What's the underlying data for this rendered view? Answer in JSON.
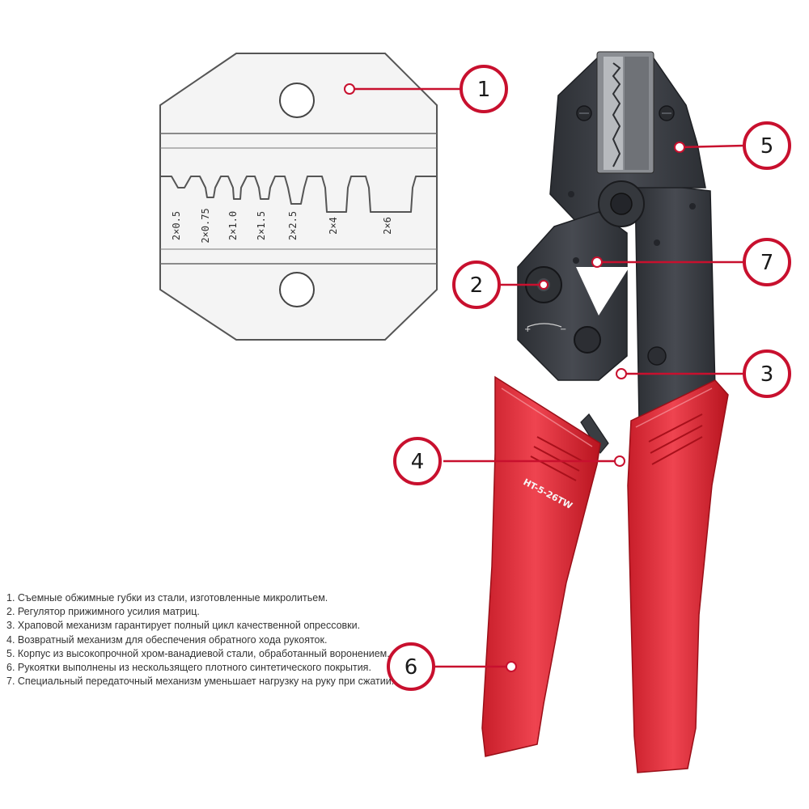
{
  "die_sizes": [
    "2×0.5",
    "2×0.75",
    "2×1.0",
    "2×1.5",
    "2×2.5",
    "2×4",
    "2×6"
  ],
  "model_label": "HT-5-26TW",
  "callouts": [
    {
      "number": "1"
    },
    {
      "number": "2"
    },
    {
      "number": "3"
    },
    {
      "number": "4"
    },
    {
      "number": "5"
    },
    {
      "number": "6"
    },
    {
      "number": "7"
    }
  ],
  "legend": [
    "1. Съемные обжимные губки из стали, изготовленные микролитьем.",
    "2. Регулятор прижимного усилия матриц.",
    "3. Храповой механизм гарантирует полный цикл качественной опрессовки.",
    "4. Возвратный механизм для обеспечения обратного хода рукояток.",
    "5. Корпус из высокопрочной хром-ванадиевой стали, обработанный воронением.",
    "6. Рукоятки выполнены из нескользящего плотного синтетического покрытия.",
    "7. Специальный передаточный механизм уменьшает нагрузку на руку при сжатии."
  ],
  "colors": {
    "accent": "#c8102e",
    "handle": "#e3303c",
    "body": "#3b3e44",
    "die_plate": "#f4f4f4",
    "die_outline": "#555555"
  },
  "icons": [
    "die-plate",
    "crimping-pliers",
    "callout-circle"
  ]
}
